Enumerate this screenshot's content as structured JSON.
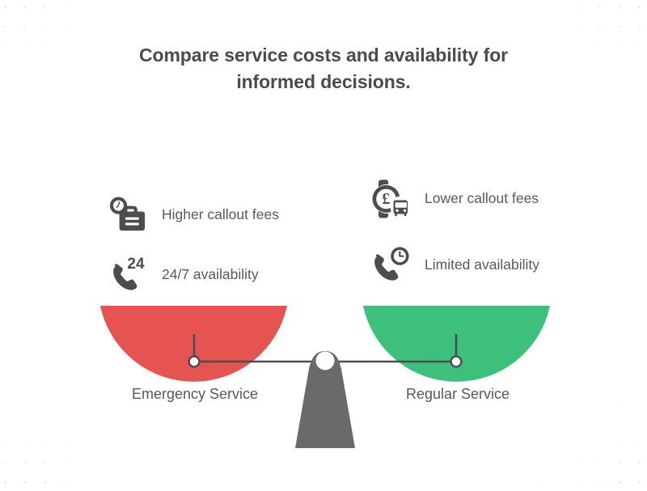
{
  "title": {
    "line1": "Compare service costs and availability for",
    "line2": "informed decisions."
  },
  "colors": {
    "left_pan": "#E55451",
    "right_pan": "#3DC07C",
    "fulcrum": "#6A6A6A",
    "icon": "#4d4d4f",
    "text": "#58595b",
    "title": "#4b4b4d",
    "dot": "#eeeaea"
  },
  "left_side": {
    "caption": "Emergency Service",
    "features": [
      {
        "icon": "briefcase-clock-icon",
        "label": "Higher callout fees"
      },
      {
        "icon": "phone-24-icon",
        "label": "24/7 availability"
      }
    ]
  },
  "right_side": {
    "caption": "Regular Service",
    "features": [
      {
        "icon": "watch-pound-bus-icon",
        "label": "Lower callout fees"
      },
      {
        "icon": "phone-clock-icon",
        "label": "Limited availability"
      }
    ]
  },
  "scale": {
    "icon": "balance-scale",
    "left_pan_color": "#E55451",
    "right_pan_color": "#3DC07C",
    "badge_text": "24",
    "currency_symbol": "£"
  }
}
